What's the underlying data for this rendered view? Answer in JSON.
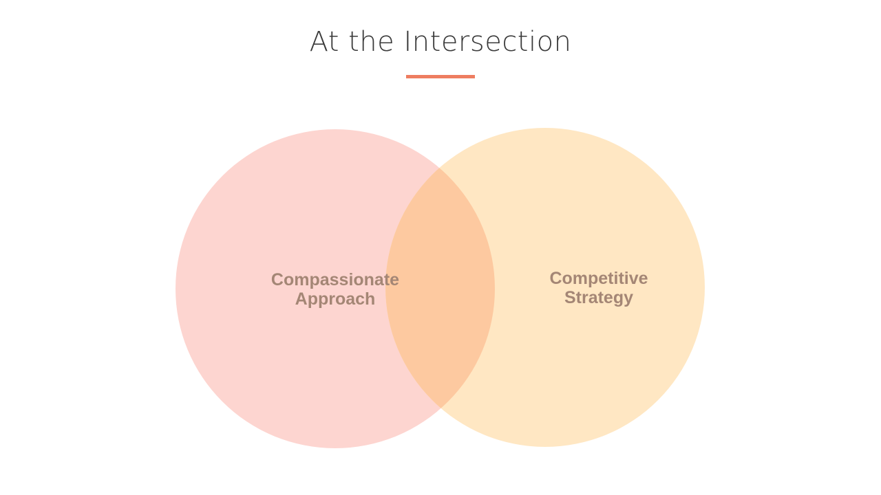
{
  "slide": {
    "title": "At the Intersection"
  },
  "venn": {
    "left_circle": {
      "label_line1": "Compassionate",
      "label_line2": "Approach",
      "color": "#fdc7c1"
    },
    "right_circle": {
      "label_line1": "Competitive",
      "label_line2": "Strategy",
      "color": "#ffe1b6"
    },
    "overlap_color": "#fcc79c",
    "accent_color": "#ee7d60"
  }
}
